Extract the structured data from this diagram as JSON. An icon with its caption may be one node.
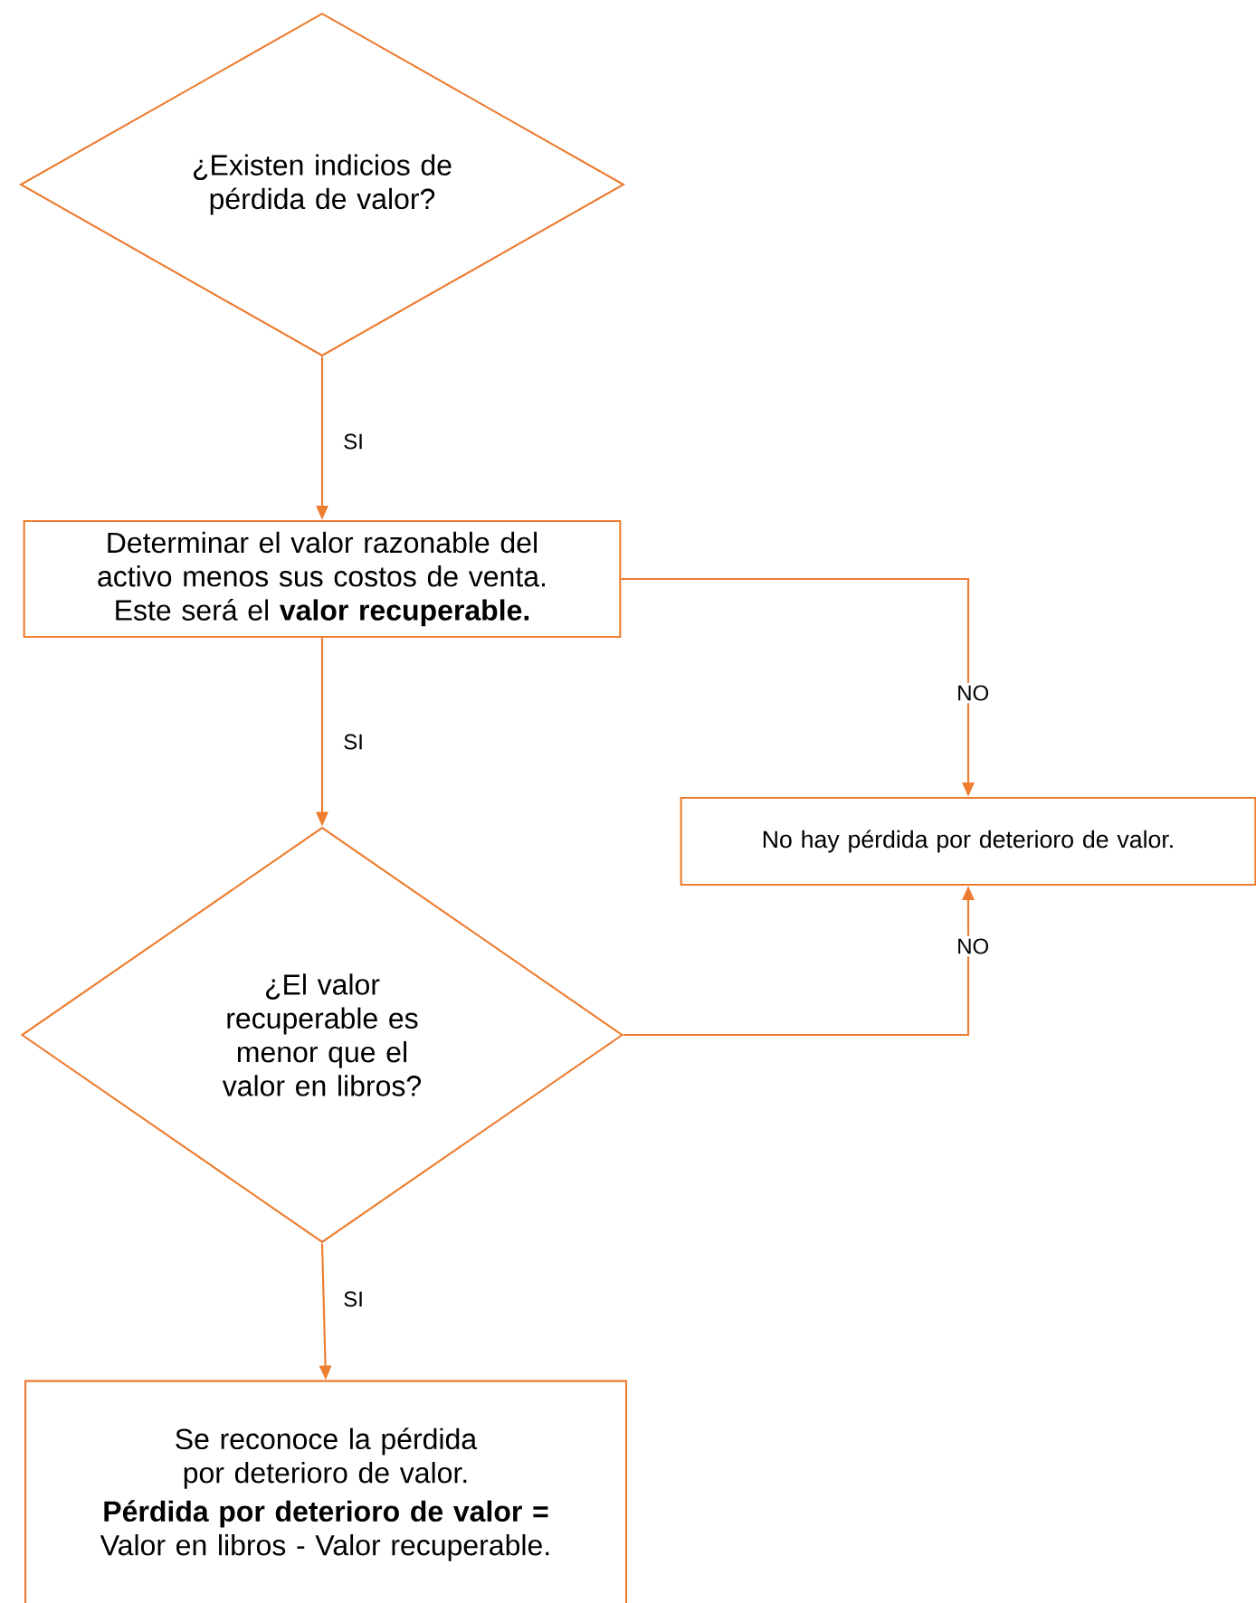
{
  "diagram": {
    "nodes": [
      {
        "text": [
          "¿Existen indicios de pérdida de valor?"
        ]
      },
      {
        "text": [
          "Determinar el valor razonable del activo menos sus costos de venta. Este será el **valor recuperable.**"
        ]
      },
      {
        "text": [
          "No hay pérdida por deterioro de valor."
        ]
      },
      {
        "text": [
          "¿El valor recuperable es menor que el valor en libros?"
        ]
      },
      {
        "text": [
          "Se reconoce la pérdida por deterioro de valor.",
          "**Pérdida por deterioro de valor =** Valor en libros - Valor recuperable."
        ]
      }
    ],
    "edges": [
      {
        "from": 0,
        "to": 1,
        "arrow": "to",
        "label": "SI"
      },
      {
        "from": 1,
        "to": 2,
        "arrow": "to",
        "label": "NO"
      },
      {
        "from": 1,
        "to": 3,
        "arrow": "to",
        "label": "SI"
      },
      {
        "from": 3,
        "to": 2,
        "arrow": "to",
        "label": "NO"
      },
      {
        "from": 3,
        "to": 4,
        "arrow": "to",
        "label": "SI"
      }
    ]
  }
}
